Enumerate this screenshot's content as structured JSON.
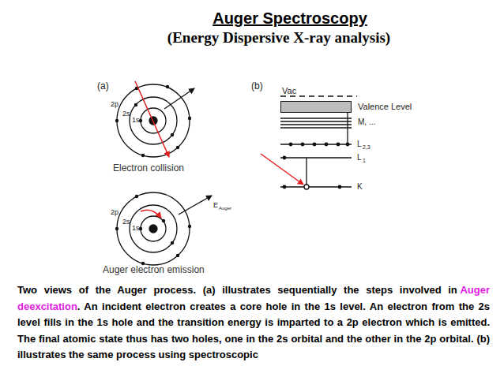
{
  "diagram": {
    "title": "Auger Spectroscopy",
    "nodes": [
      {
        "text": [
          "Valence Level"
        ]
      }
    ],
    "labels": [
      "(Energy Dispersive X-ray analysis)",
      "(a)",
      "2p",
      "2s",
      "1s",
      "Electron collision",
      "2p",
      "2s",
      "1s",
      "E",
      "Auger",
      "Auger electron emission",
      "(b)",
      "Vac",
      "M, ...",
      "L",
      "2,3",
      "L",
      "1",
      "K",
      "Two views of the Auger process. (a) illustrates sequentially the steps involved in",
      "Auger deexcitation",
      ". An incident electron creates a core hole in the 1s level. An electron from the 2s level fills in the 1s hole and the transition energy is imparted to a 2p electron which is emitted. The final atomic state thus has two holes, one in the 2s orbital and the other in the 2p orbital. (b) illustrates the same process using spectroscopic"
    ]
  }
}
